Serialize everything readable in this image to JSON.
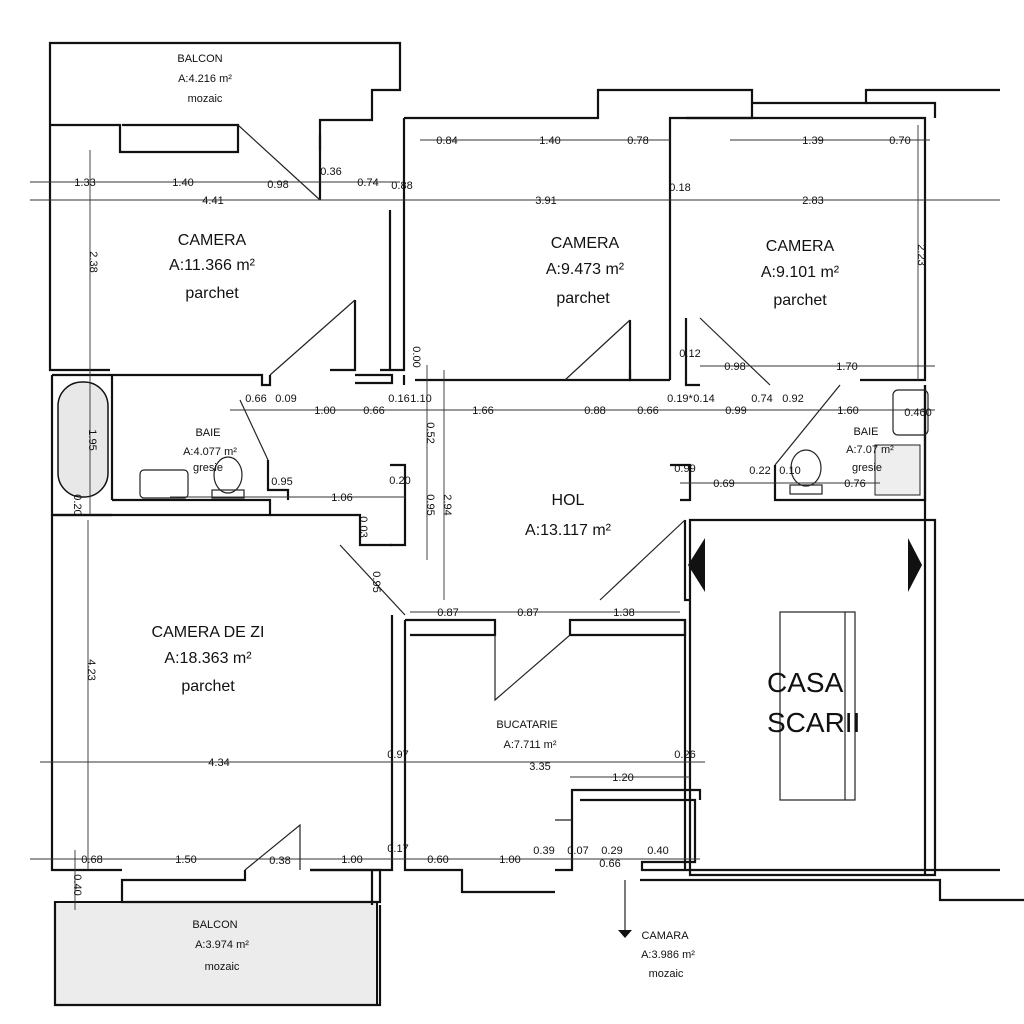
{
  "rooms": {
    "balcon_top": {
      "name": "BALCON",
      "area": "A:4.216 m²",
      "floor": "mozaic"
    },
    "camera1": {
      "name": "CAMERA",
      "area": "A:11.366 m²",
      "floor": "parchet"
    },
    "camera2": {
      "name": "CAMERA",
      "area": "A:9.473 m²",
      "floor": "parchet"
    },
    "camera3": {
      "name": "CAMERA",
      "area": "A:9.101 m²",
      "floor": "parchet"
    },
    "baie1": {
      "name": "BAIE",
      "area": "A:4.077 m²",
      "floor": "gresie"
    },
    "baie2": {
      "name": "BAIE",
      "area": "A:7.07 m²",
      "floor": "gresie"
    },
    "hol": {
      "name": "HOL",
      "area": "A:13.117 m²"
    },
    "camera_zi": {
      "name": "CAMERA DE ZI",
      "area": "A:18.363 m²",
      "floor": "parchet"
    },
    "bucatarie": {
      "name": "BUCATARIE",
      "area": "A:7.711 m²"
    },
    "casa_scarii": {
      "line1": "CASA",
      "line2": "SCARII"
    },
    "balcon_bottom": {
      "name": "BALCON",
      "area": "A:3.974 m²",
      "floor": "mozaic"
    },
    "camara": {
      "name": "CAMARA",
      "area": "A:3.986 m²",
      "floor": "mozaic"
    }
  },
  "dimensions": [
    "1.33",
    "1.40",
    "0.98",
    "0.36",
    "0.74",
    "0.88",
    "4.41",
    "0.84",
    "1.40",
    "0.78",
    "1.39",
    "0.70",
    "0.18",
    "3.91",
    "2.83",
    "2.38",
    "2.23",
    "0.12",
    "0.98",
    "1.70",
    "0.66",
    "0.09",
    "1.00",
    "0.66",
    "0.16",
    "1.10",
    "1.66",
    "0.88",
    "0.66",
    "0.19*",
    "0.14",
    "0.99",
    "0.74",
    "0.92",
    "1.60",
    "0.460",
    "0.00",
    "0.52",
    "1.95",
    "0.95",
    "1.06",
    "0.20",
    "0.99",
    "0.69",
    "0.22",
    "0.10",
    "0.76",
    "0.20",
    "0.03",
    "0.95",
    "2.94",
    "0.95",
    "0.87",
    "0.87",
    "1.38",
    "4.23",
    "4.34",
    "0.97",
    "3.35",
    "0.26",
    "1.20",
    "0.68",
    "1.50",
    "0.38",
    "1.00",
    "0.17",
    "0.60",
    "1.00",
    "0.39",
    "0.07",
    "0.29",
    "0.40",
    "0.66",
    "0.40"
  ]
}
